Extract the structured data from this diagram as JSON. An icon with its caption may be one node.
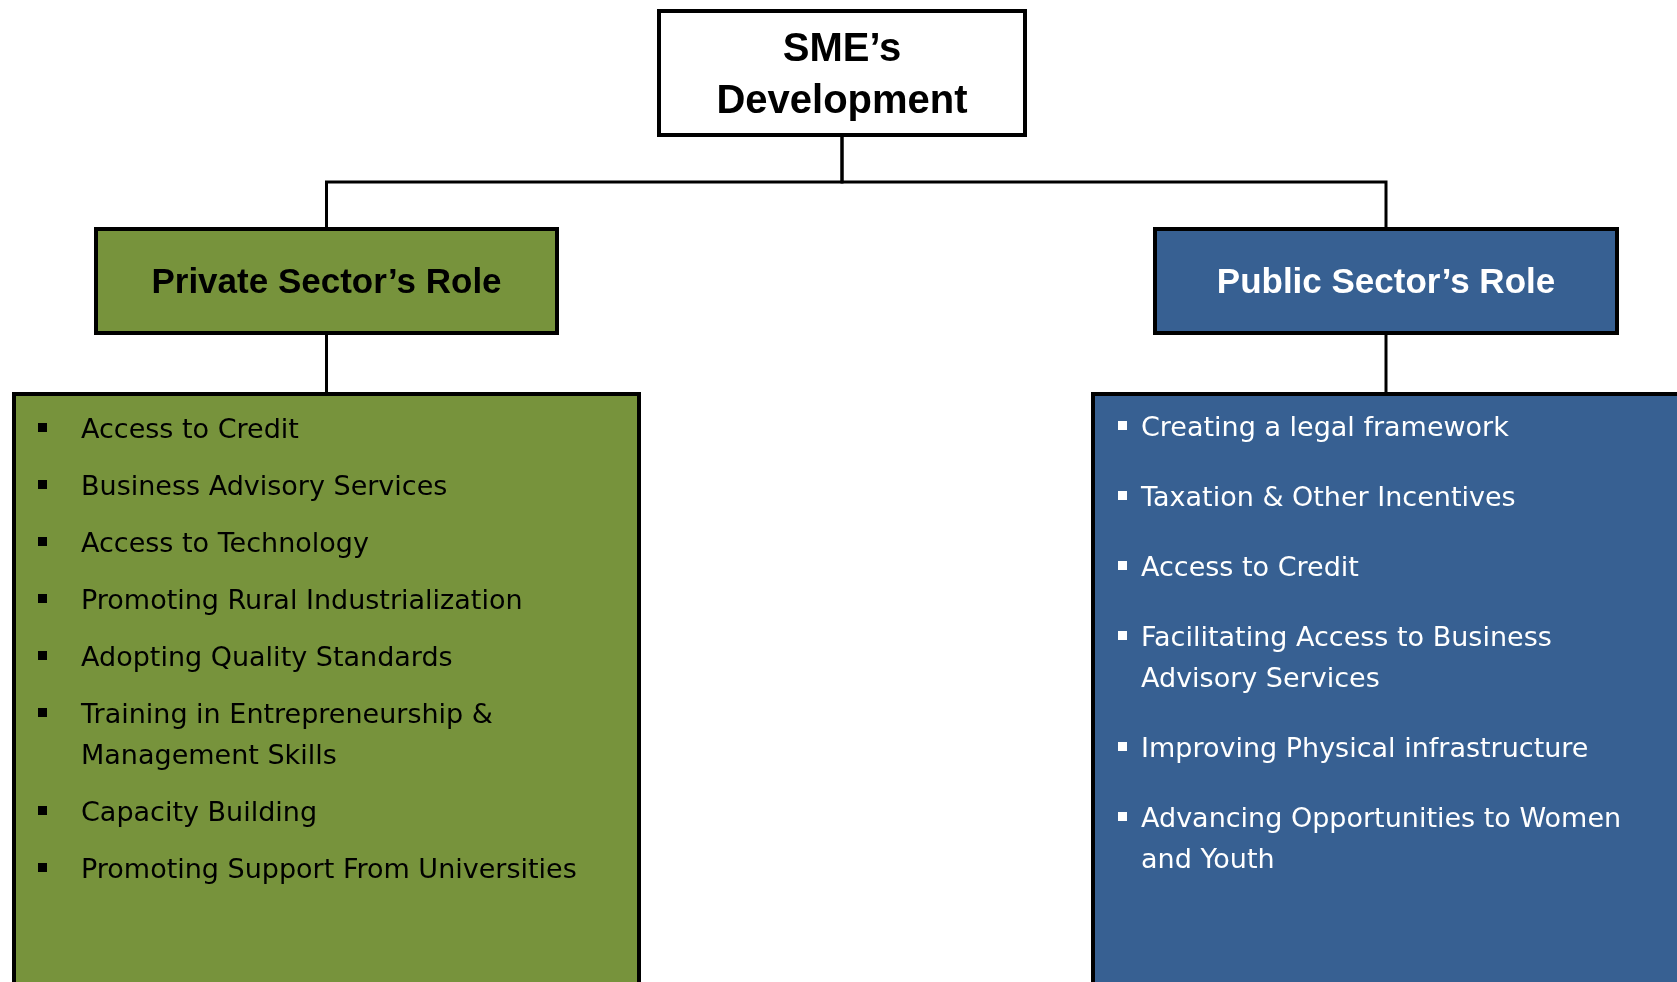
{
  "diagram": {
    "nodes": [
      {
        "text": [
          "SME’s Development"
        ]
      },
      {
        "text": [
          "Private Sector’s Role"
        ]
      },
      {
        "text": [
          "Public Sector’s Role"
        ]
      },
      {
        "text": [
          "Access to Credit",
          "Business Advisory Services",
          "Access to Technology",
          "Promoting Rural Industrialization",
          "Adopting Quality Standards",
          "Training in Entrepreneurship & Management Skills",
          "Capacity Building",
          "Promoting Support From Universities"
        ]
      },
      {
        "text": [
          "Creating a legal framework",
          "Taxation & Other Incentives",
          "Access to Credit",
          "Facilitating Access to Business Advisory Services",
          "Improving Physical infrastructure",
          "Advancing Opportunities to Women and Youth"
        ]
      }
    ],
    "edges": [
      {
        "from": 0,
        "to": 1,
        "arrow": "none"
      },
      {
        "from": 0,
        "to": 2,
        "arrow": "none"
      },
      {
        "from": 1,
        "to": 3,
        "arrow": "none"
      },
      {
        "from": 2,
        "to": 4,
        "arrow": "none"
      }
    ]
  }
}
